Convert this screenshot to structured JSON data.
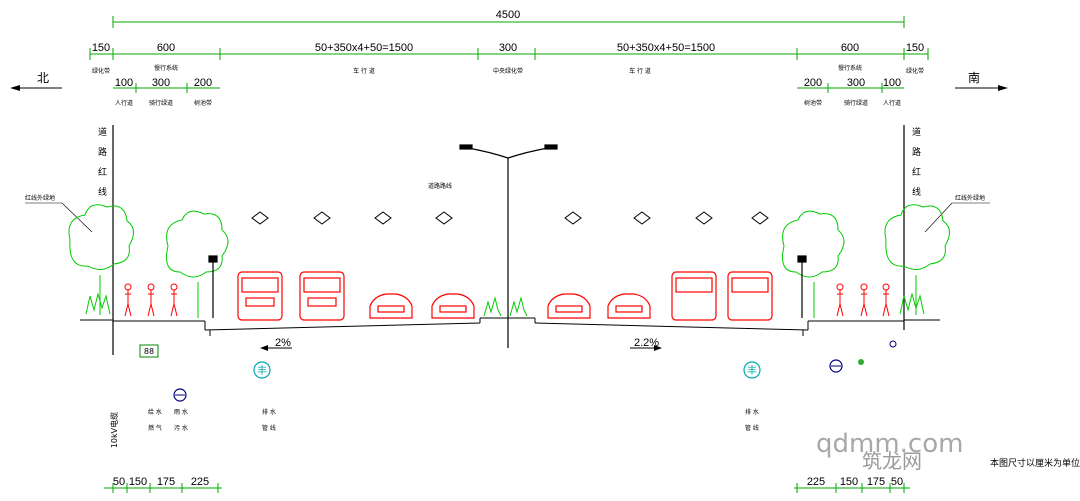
{
  "top_total": "4500",
  "top_dims": {
    "left_edge": "150",
    "left_side": "600",
    "left_carriage": "50+350x4+50=1500",
    "median": "300",
    "right_carriage": "50+350x4+50=1500",
    "right_side": "600",
    "right_edge": "150"
  },
  "top_labels": {
    "left_edge": "绿化带",
    "left_side": "慢行系统",
    "left_carriage": "车 行 道",
    "median": "中央绿化带",
    "right_carriage": "车 行 道",
    "right_side": "慢行系统",
    "right_edge": "绿化带"
  },
  "sub_dims": {
    "left": [
      "100",
      "300",
      "200"
    ],
    "right": [
      "200",
      "300",
      "100"
    ]
  },
  "sub_labels": {
    "left": [
      "人行道",
      "骑行绿道",
      "树池带"
    ],
    "right": [
      "树池带",
      "骑行绿道",
      "人行道"
    ]
  },
  "directions": {
    "north": "北",
    "south": "南"
  },
  "red_line_label": "道路红线",
  "outside_label_left": "红线外绿地",
  "outside_label_right": "红线外绿地",
  "center_label": "道路路线",
  "slope_left": "2%",
  "slope_right": "2.2%",
  "small_box": "88",
  "cable_label": "10kV电缆",
  "bottom_dims": {
    "left": [
      "50",
      "150",
      "175",
      "225"
    ],
    "right": [
      "225",
      "150",
      "175",
      "50"
    ]
  },
  "note": "本图尺寸以厘米为单位。",
  "watermark": "qdmm.com",
  "watermark_cn": "筑龙网",
  "colors": {
    "line": "#000000",
    "tree": "#00cc00",
    "vehicle": "#ff0000",
    "utility": "#00aaaa",
    "watermark": "#9a9a9a"
  }
}
